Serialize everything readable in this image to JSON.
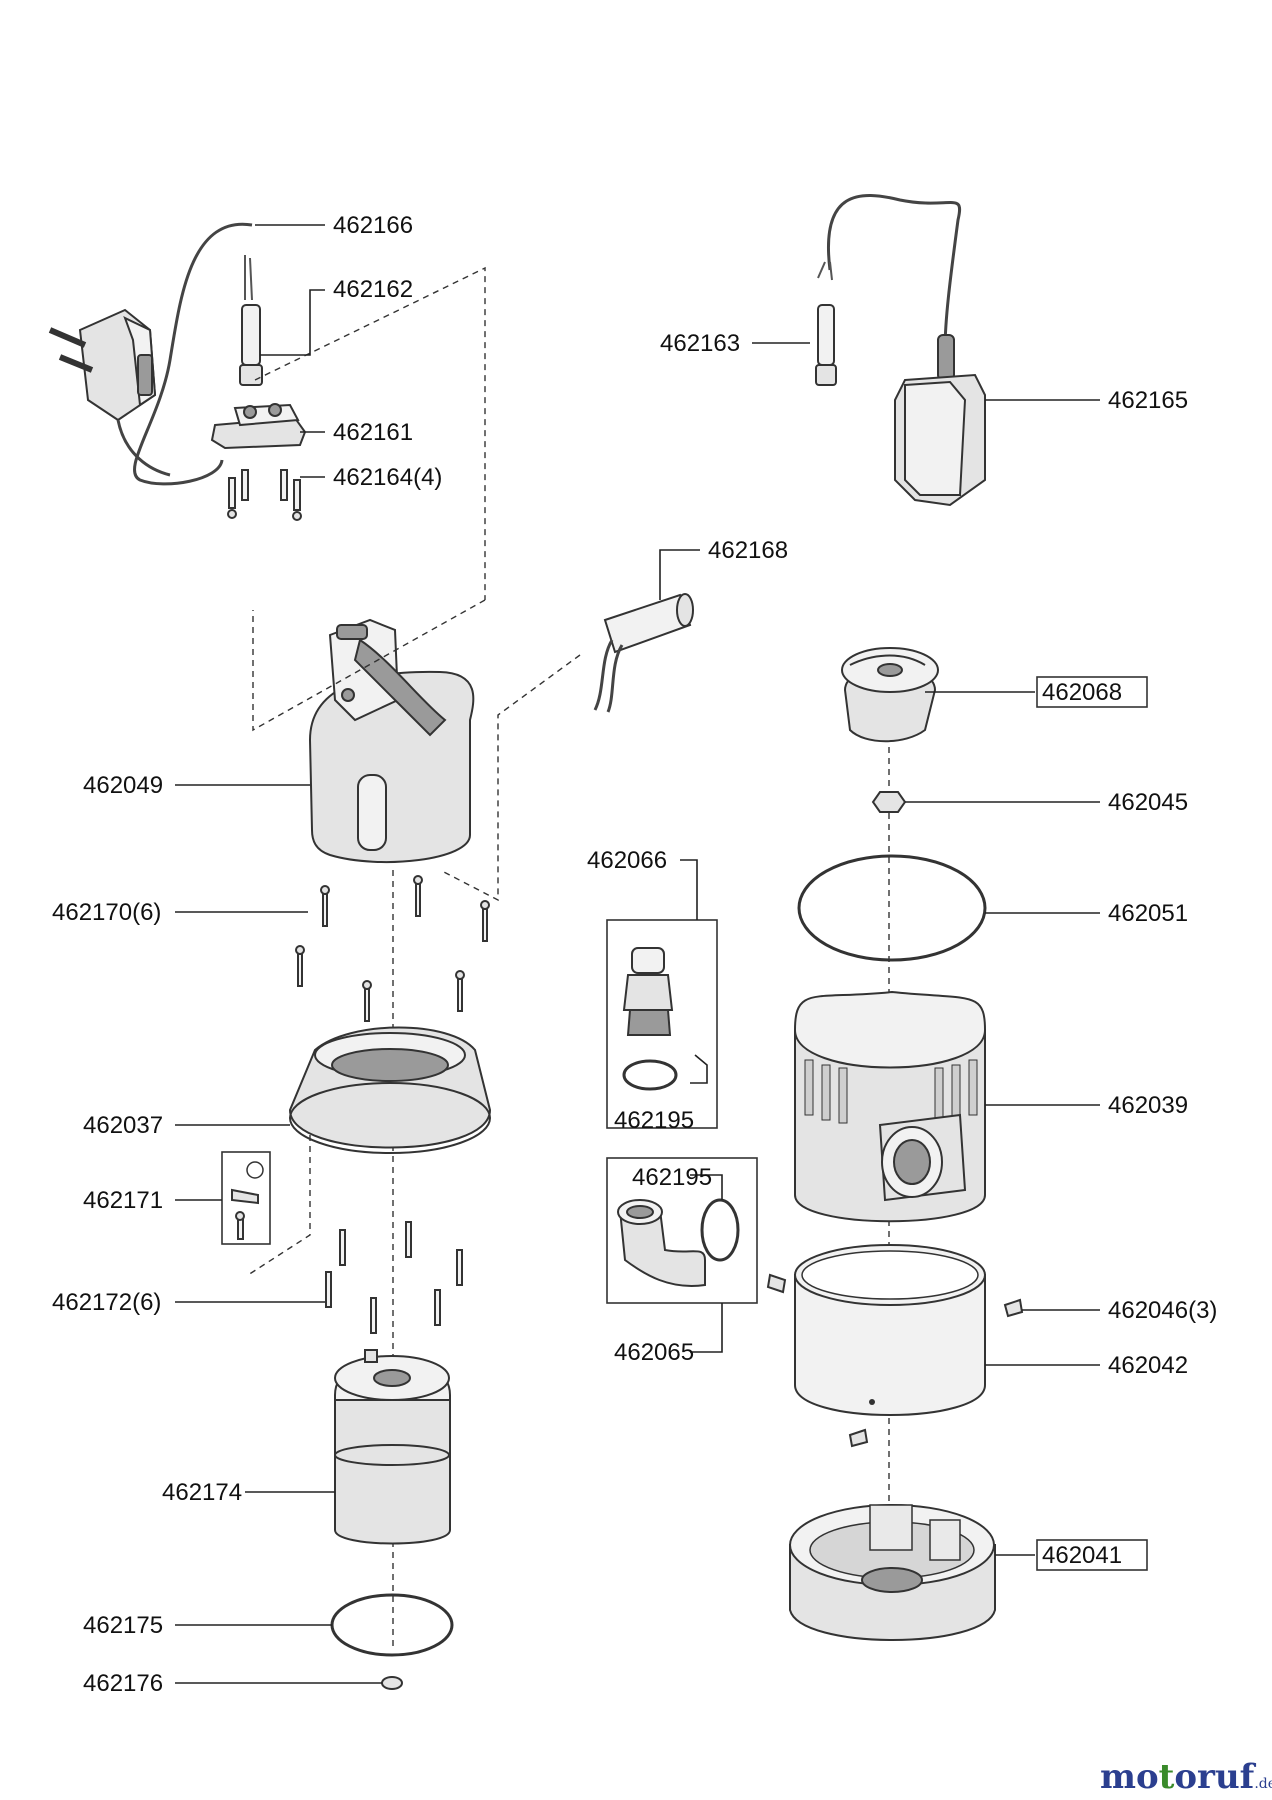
{
  "labels": {
    "p462166": "462166",
    "p462162": "462162",
    "p462161": "462161",
    "p462164": "462164(4)",
    "p462163": "462163",
    "p462165": "462165",
    "p462168": "462168",
    "p462068": "462068",
    "p462045": "462045",
    "p462049": "462049",
    "p462066": "462066",
    "p462051": "462051",
    "p462170": "462170(6)",
    "p462039": "462039",
    "p462037": "462037",
    "p462195a": "462195",
    "p462195b": "462195",
    "p462171": "462171",
    "p462172": "462172(6)",
    "p462046": "462046(3)",
    "p462065": "462065",
    "p462042": "462042",
    "p462174": "462174",
    "p462041": "462041",
    "p462175": "462175",
    "p462176": "462176"
  },
  "watermark": {
    "name_part1": "mo",
    "name_part2": "t",
    "name_part3": "oruf",
    "suffix": ".de",
    "colors": {
      "blue": "#2b3f8f",
      "green": "#3a8a2a"
    }
  }
}
